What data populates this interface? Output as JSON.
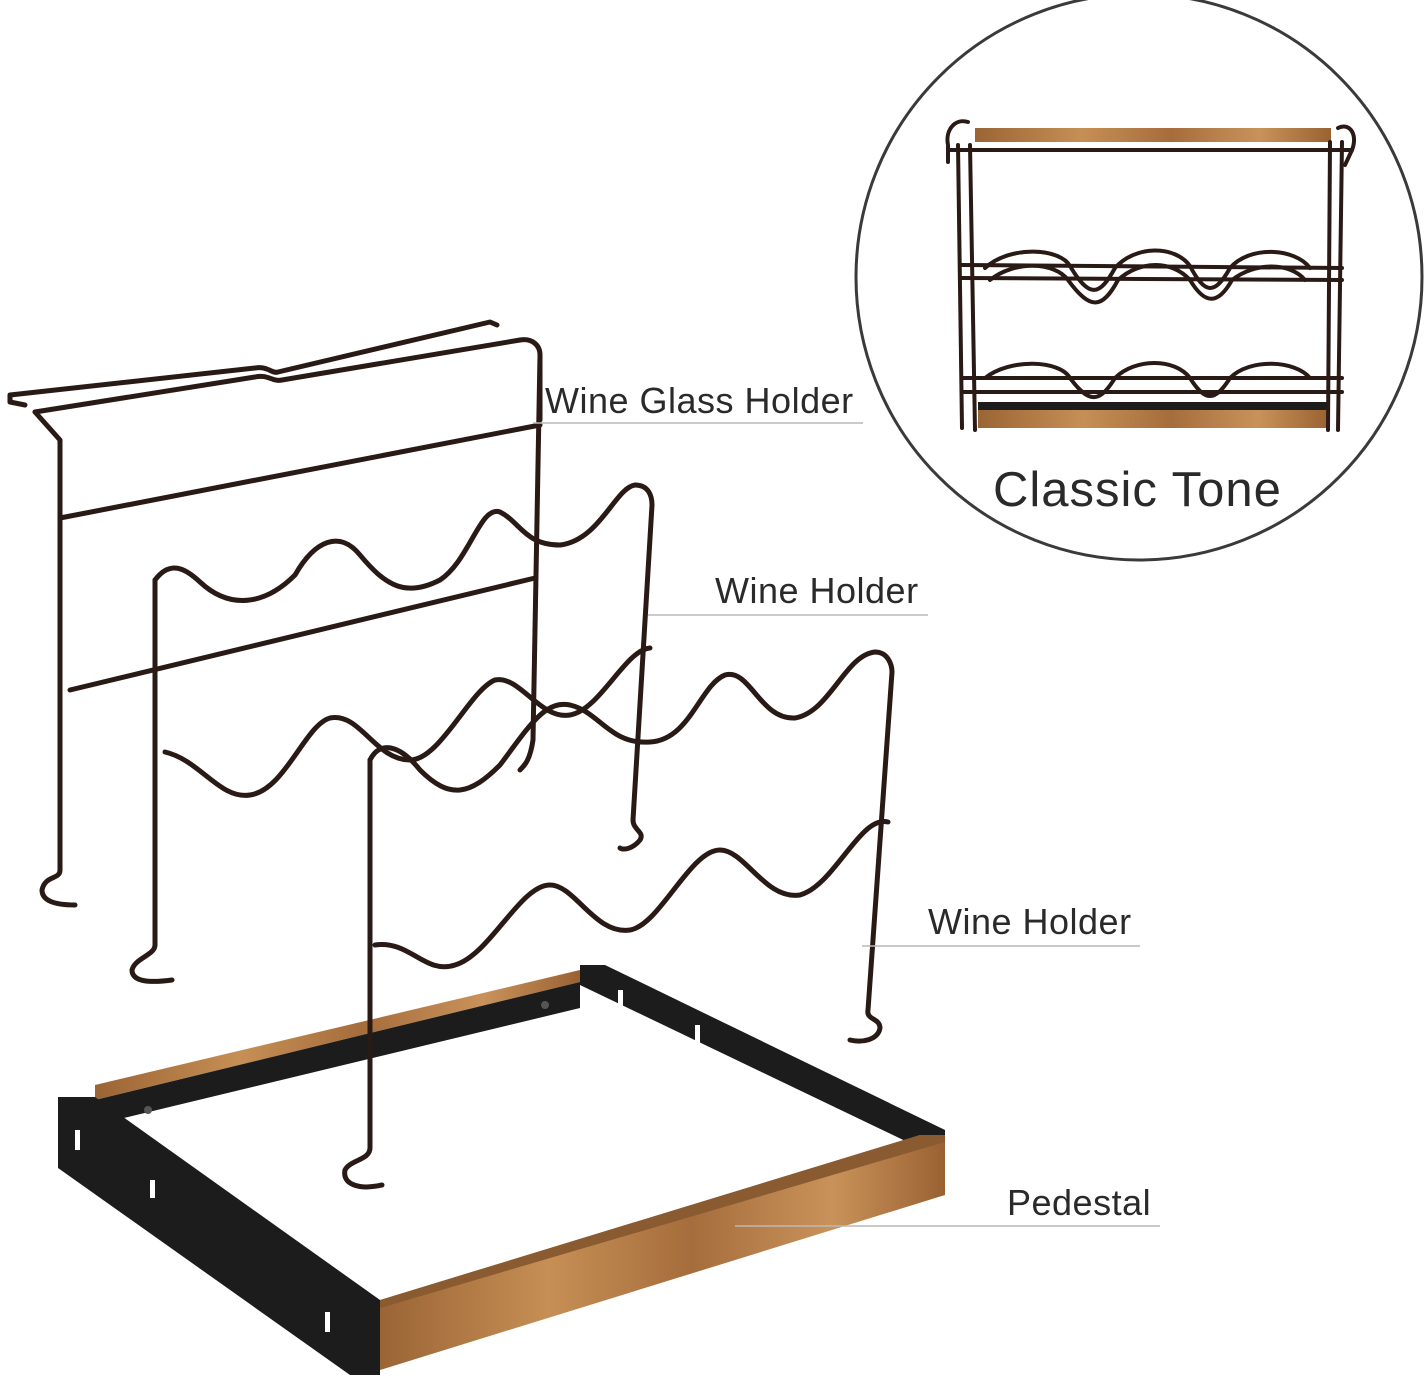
{
  "labels": {
    "wine_glass_holder": "Wine Glass Holder",
    "wine_holder_top": "Wine Holder",
    "wine_holder_bottom": "Wine Holder",
    "pedestal": "Pedestal"
  },
  "inset": {
    "title": "Classic Tone"
  },
  "colors": {
    "metal": "#2a1a16",
    "wood": "#b67c45",
    "wood_dark": "#8a5a30",
    "frame": "#1c1c1c",
    "leader_line": "#b9b9b9",
    "circle": "#3a3a3a"
  }
}
